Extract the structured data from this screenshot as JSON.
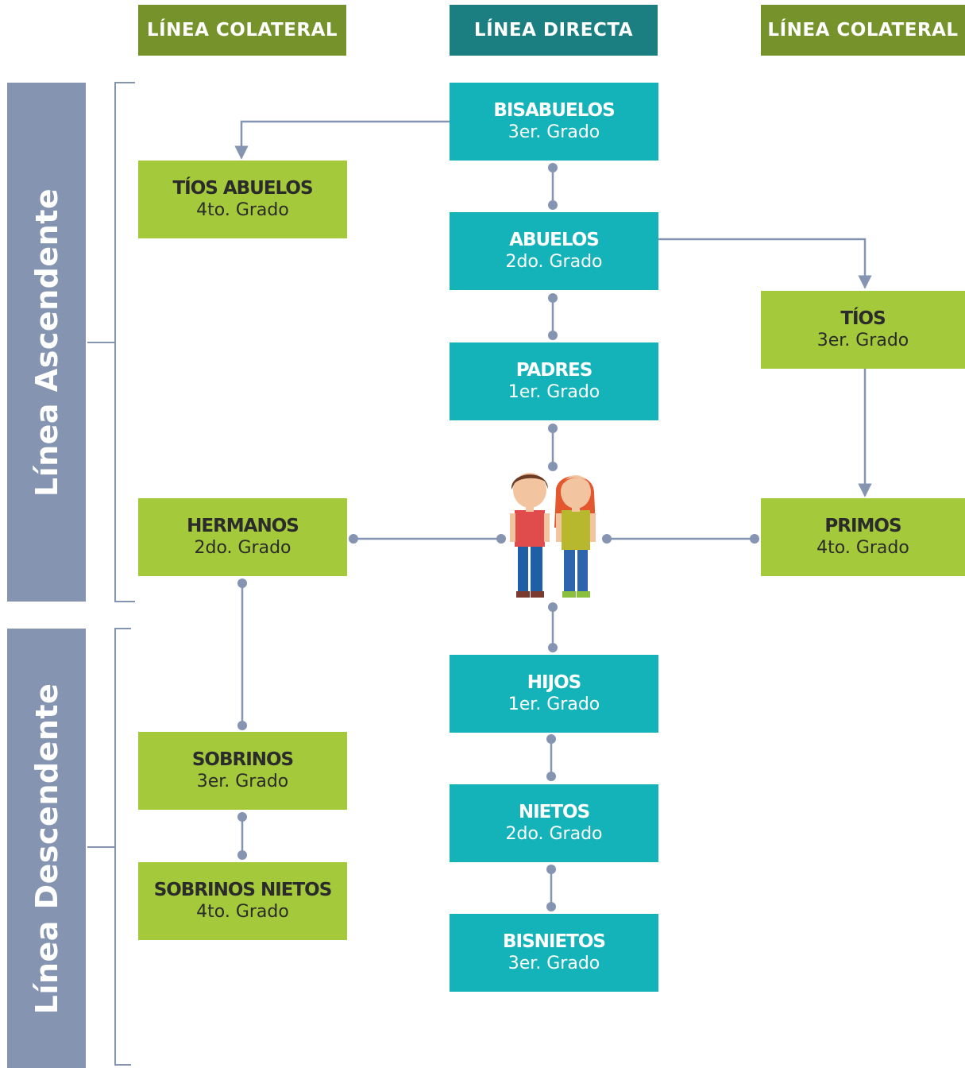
{
  "headers": {
    "left": "LÍNEA COLATERAL",
    "center": "LÍNEA DIRECTA",
    "right": "LÍNEA COLATERAL"
  },
  "side_labels": {
    "ascendente": "Línea Ascendente",
    "descendente": "Línea Descendente"
  },
  "nodes": {
    "bisabuelos": {
      "name": "BISABUELOS",
      "degree": "3er. Grado"
    },
    "abuelos": {
      "name": "ABUELOS",
      "degree": "2do. Grado"
    },
    "padres": {
      "name": "PADRES",
      "degree": "1er. Grado"
    },
    "hijos": {
      "name": "HIJOS",
      "degree": "1er. Grado"
    },
    "nietos": {
      "name": "NIETOS",
      "degree": "2do. Grado"
    },
    "bisnietos": {
      "name": "BISNIETOS",
      "degree": "3er. Grado"
    },
    "tios_abuelos": {
      "name": "TÍOS ABUELOS",
      "degree": "4to. Grado"
    },
    "tios": {
      "name": "TÍOS",
      "degree": "3er. Grado"
    },
    "hermanos": {
      "name": "HERMANOS",
      "degree": "2do. Grado"
    },
    "primos": {
      "name": "PRIMOS",
      "degree": "4to. Grado"
    },
    "sobrinos": {
      "name": "SOBRINOS",
      "degree": "3er. Grado"
    },
    "sobrinos_nietos": {
      "name": "SOBRINOS NIETOS",
      "degree": "4to. Grado"
    }
  },
  "colors": {
    "header_collateral": "#76922a",
    "header_direct": "#1b7f82",
    "direct_box": "#14b3b9",
    "collateral_box": "#a4c93a",
    "side_bar": "#8595b1",
    "connector": "#8595b1"
  },
  "icons": [
    "boy-figure-icon",
    "girl-figure-icon"
  ]
}
